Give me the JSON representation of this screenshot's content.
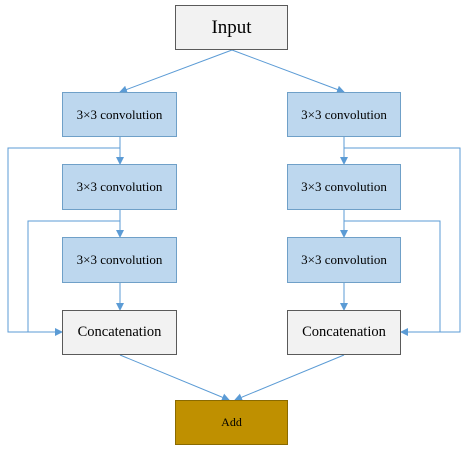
{
  "nodes": {
    "input": "Input",
    "left_conv_1": "3×3 convolution",
    "left_conv_2": "3×3 convolution",
    "left_conv_3": "3×3 convolution",
    "left_concat": "Concatenation",
    "right_conv_1": "3×3 convolution",
    "right_conv_2": "3×3 convolution",
    "right_conv_3": "3×3 convolution",
    "right_concat": "Concatenation",
    "add": "Add"
  },
  "colors": {
    "edge": "#5b9bd5",
    "conv_fill": "#bdd7ee",
    "neutral_fill": "#f2f2f2",
    "add_fill": "#bf9000"
  }
}
